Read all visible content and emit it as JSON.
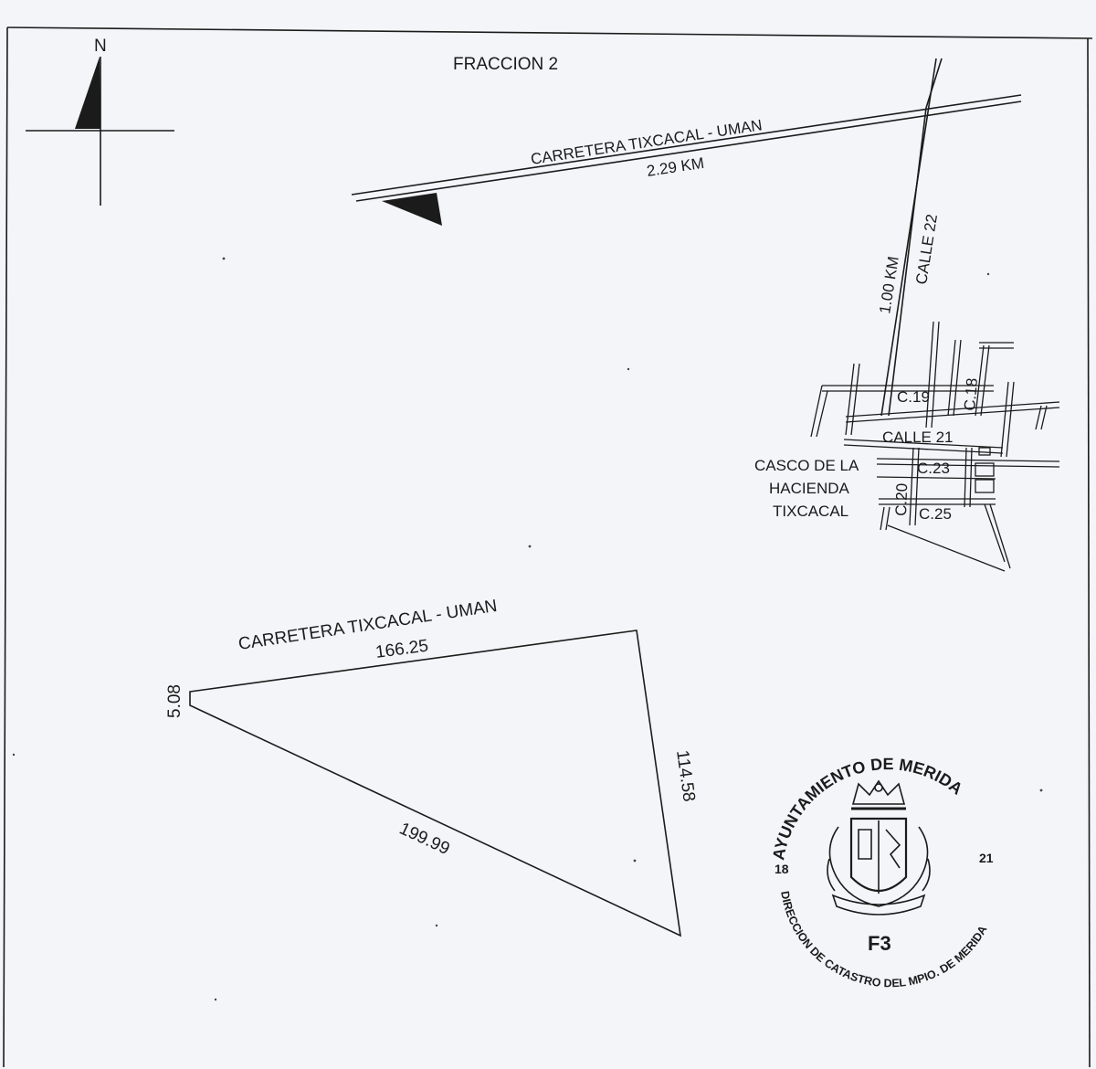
{
  "north": {
    "label": "N"
  },
  "title": "FRACCION 2",
  "location_map": {
    "road_label": "CARRETERA TIXCACAL - UMAN",
    "road_distance": "2.29 KM",
    "street_label": "CALLE 22",
    "street_distance": "1.00 KM",
    "streets": {
      "c19": "C.19",
      "c18": "C.18",
      "calle21": "CALLE 21",
      "c23": "C.23",
      "c20": "C.20",
      "c25": "C.25"
    },
    "place_label": [
      "CASCO DE LA",
      "HACIENDA",
      "TIXCACAL"
    ]
  },
  "parcel": {
    "road_label": "CARRETERA TIXCACAL - UMAN",
    "sides": {
      "north": "166.25",
      "west": "5.08",
      "east": "114.58",
      "south": "199.99"
    }
  },
  "seal": {
    "top_text": "AYUNTAMIENTO DE MERIDA",
    "year_left": "18",
    "year_right": "21",
    "code": "F3",
    "bottom_text": "DIRECCION DE CATASTRO DEL MPIO. DE MERIDA"
  }
}
